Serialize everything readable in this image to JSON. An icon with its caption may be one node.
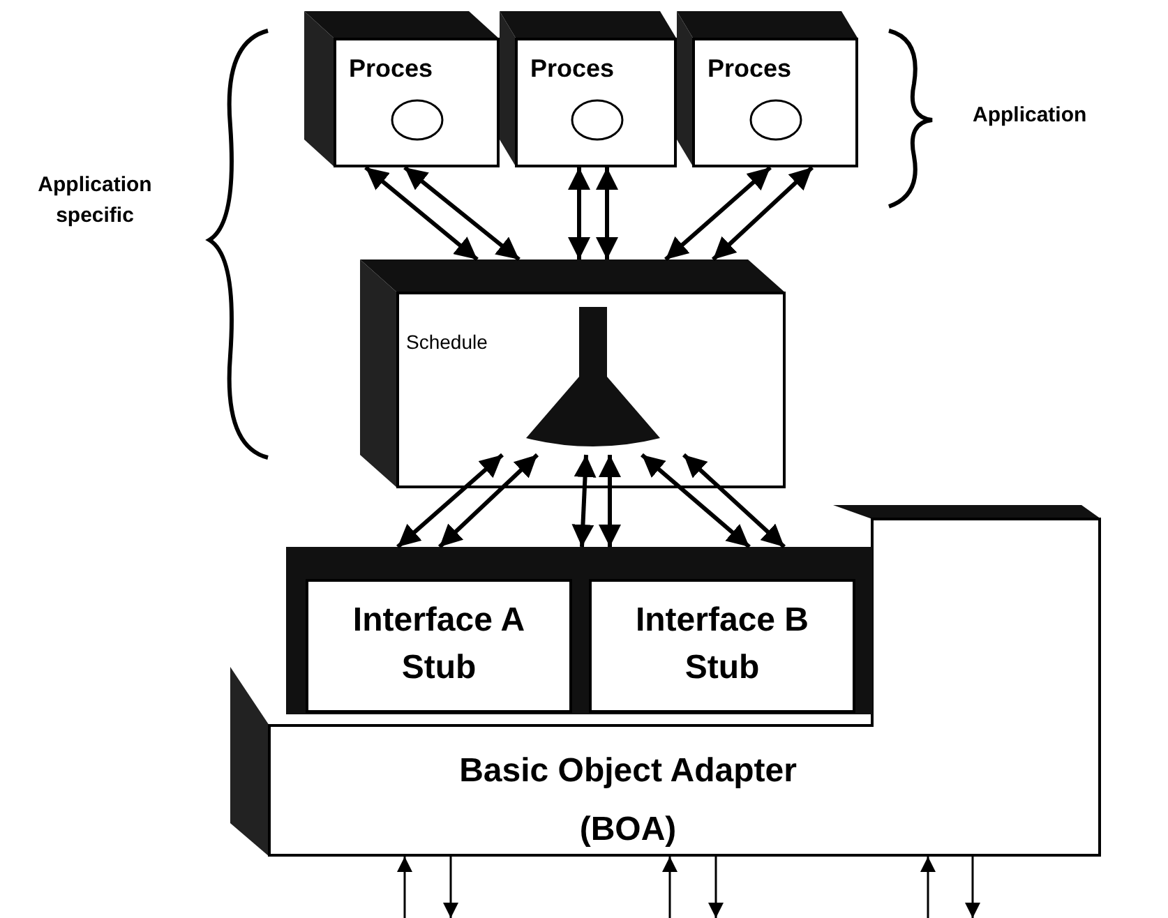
{
  "diagram": {
    "nodes": [
      {
        "text": [
          "Proces"
        ]
      },
      {
        "text": [
          "Proces"
        ]
      },
      {
        "text": [
          "Proces"
        ]
      },
      {
        "text": [
          "Schedule"
        ]
      },
      {
        "text": [],
        "shape": "funnel",
        "in": 3
      },
      {
        "text": [
          "Basic Object Adapter (BOA)"
        ]
      },
      {
        "text": [
          "Interface A Stub"
        ],
        "in": 5
      },
      {
        "text": [
          "Interface B Stub"
        ],
        "in": 5
      }
    ],
    "edges": [
      {
        "from": 0,
        "to": 3,
        "arrow": "both"
      },
      {
        "from": 0,
        "to": 3,
        "arrow": "both"
      },
      {
        "from": 1,
        "to": 3,
        "arrow": "both"
      },
      {
        "from": 1,
        "to": 3,
        "arrow": "both"
      },
      {
        "from": 2,
        "to": 3,
        "arrow": "both"
      },
      {
        "from": 2,
        "to": 3,
        "arrow": "both"
      },
      {
        "from": 4,
        "to": 6,
        "arrow": "both"
      },
      {
        "from": 4,
        "to": 6,
        "arrow": "both"
      },
      {
        "from": 4,
        "to": 7,
        "arrow": "both"
      },
      {
        "from": 4,
        "to": 7,
        "arrow": "both"
      },
      {
        "from": 4,
        "to": 7,
        "arrow": "both"
      },
      {
        "from": 4,
        "to": 7,
        "arrow": "both"
      },
      {
        "from": null,
        "to": 5,
        "arrow": "to"
      },
      {
        "from": 5,
        "to": null,
        "arrow": "to"
      },
      {
        "from": null,
        "to": 5,
        "arrow": "to"
      },
      {
        "from": 5,
        "to": null,
        "arrow": "to"
      },
      {
        "from": null,
        "to": 5,
        "arrow": "to"
      },
      {
        "from": 5,
        "to": null,
        "arrow": "to"
      }
    ],
    "labels": [
      "Application specific",
      "Application"
    ]
  }
}
